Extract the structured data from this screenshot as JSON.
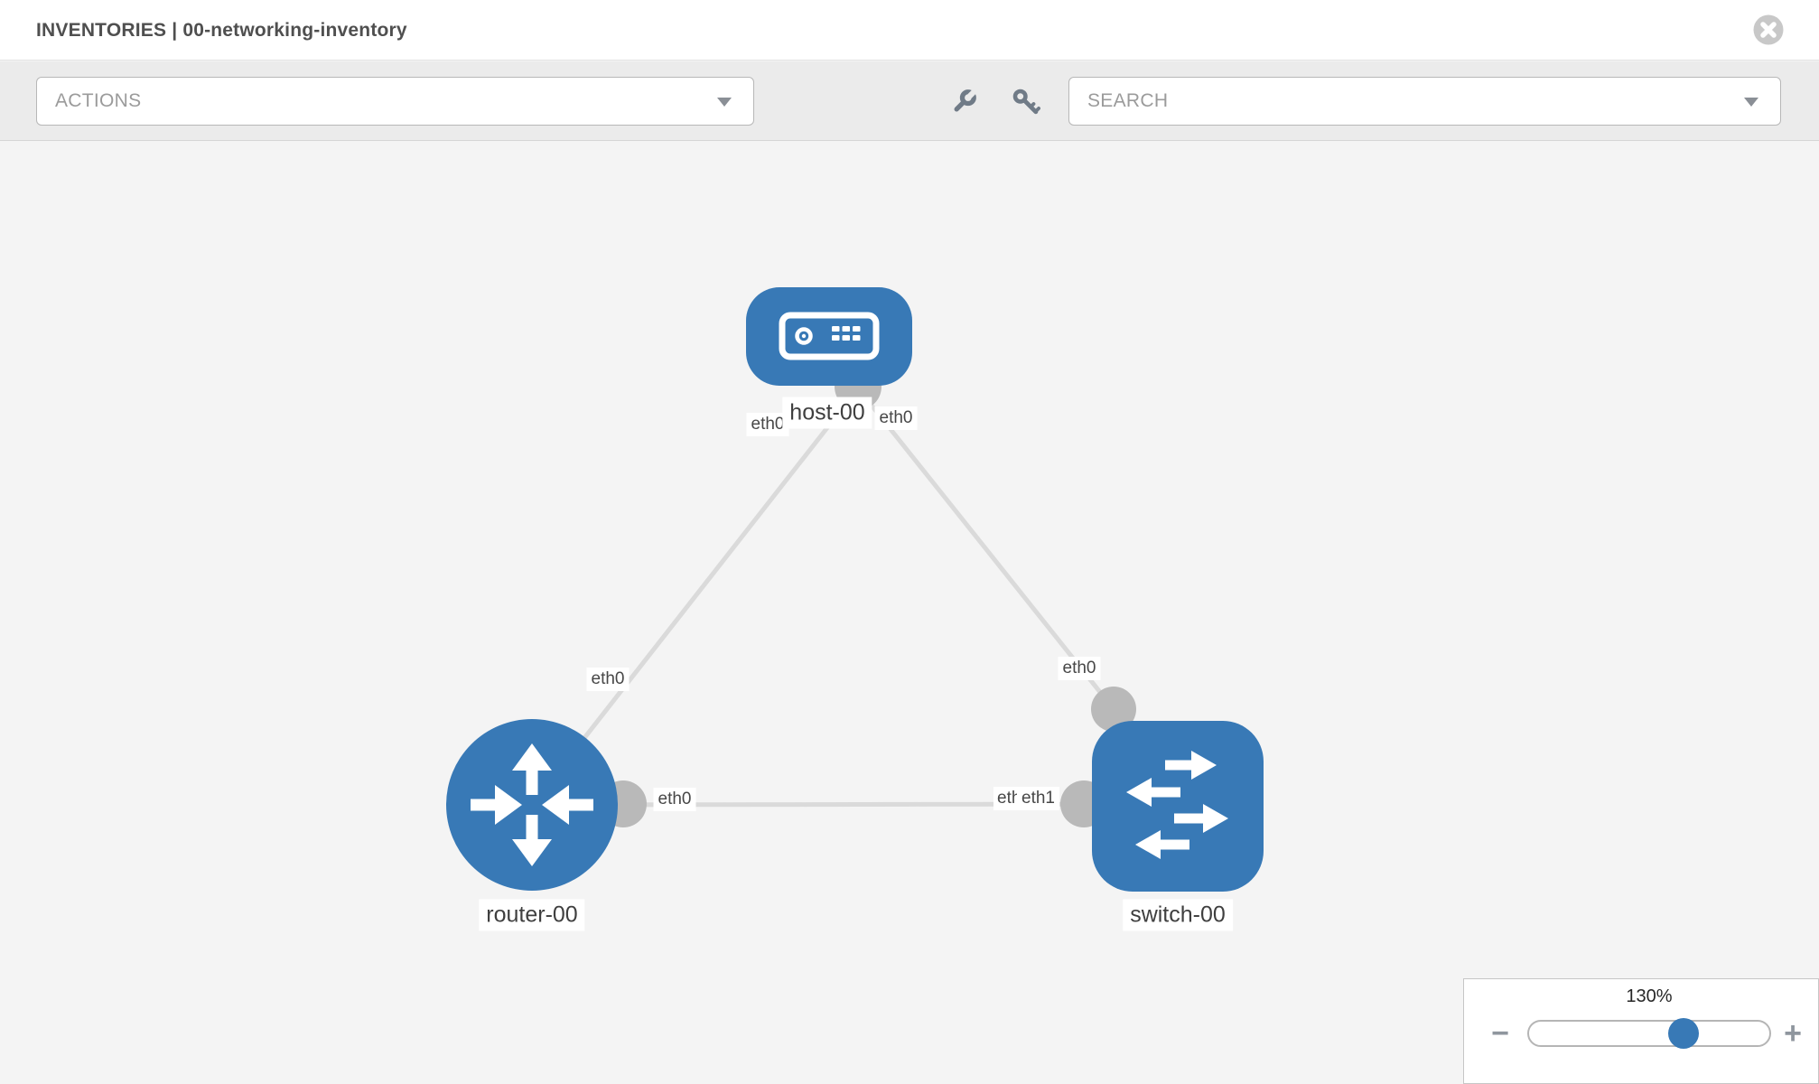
{
  "header": {
    "title": "INVENTORIES | 00-networking-inventory",
    "close_icon": "circle-x"
  },
  "toolbar": {
    "actions_label": "ACTIONS",
    "search_label": "SEARCH",
    "wrench_icon": "wrench",
    "key_icon": "key"
  },
  "colors": {
    "node_blue": "#3879b6",
    "link_gray": "#dadada",
    "endpoint_gray": "#b9b9b9",
    "canvas_bg": "#f4f4f4",
    "toolbar_bg": "#ebebeb"
  },
  "topology": {
    "nodes": [
      {
        "id": "host-00",
        "type": "host",
        "label": "host-00"
      },
      {
        "id": "router-00",
        "type": "router",
        "label": "router-00"
      },
      {
        "id": "switch-00",
        "type": "switch",
        "label": "switch-00"
      }
    ],
    "links": [
      {
        "source": "host-00",
        "source_if": "eth0",
        "target": "router-00",
        "target_if": "eth0"
      },
      {
        "source": "host-00",
        "source_if": "eth0",
        "target": "switch-00",
        "target_if": "eth0"
      },
      {
        "source": "router-00",
        "source_if": "eth0",
        "target": "switch-00",
        "target_if": "eth1"
      }
    ],
    "iface_chips": [
      "eth0",
      "eth0",
      "eth0",
      "eth0",
      "eth0",
      "eth1",
      "eth1"
    ]
  },
  "zoom_control": {
    "level": "130%",
    "minus": "−",
    "plus": "+"
  }
}
